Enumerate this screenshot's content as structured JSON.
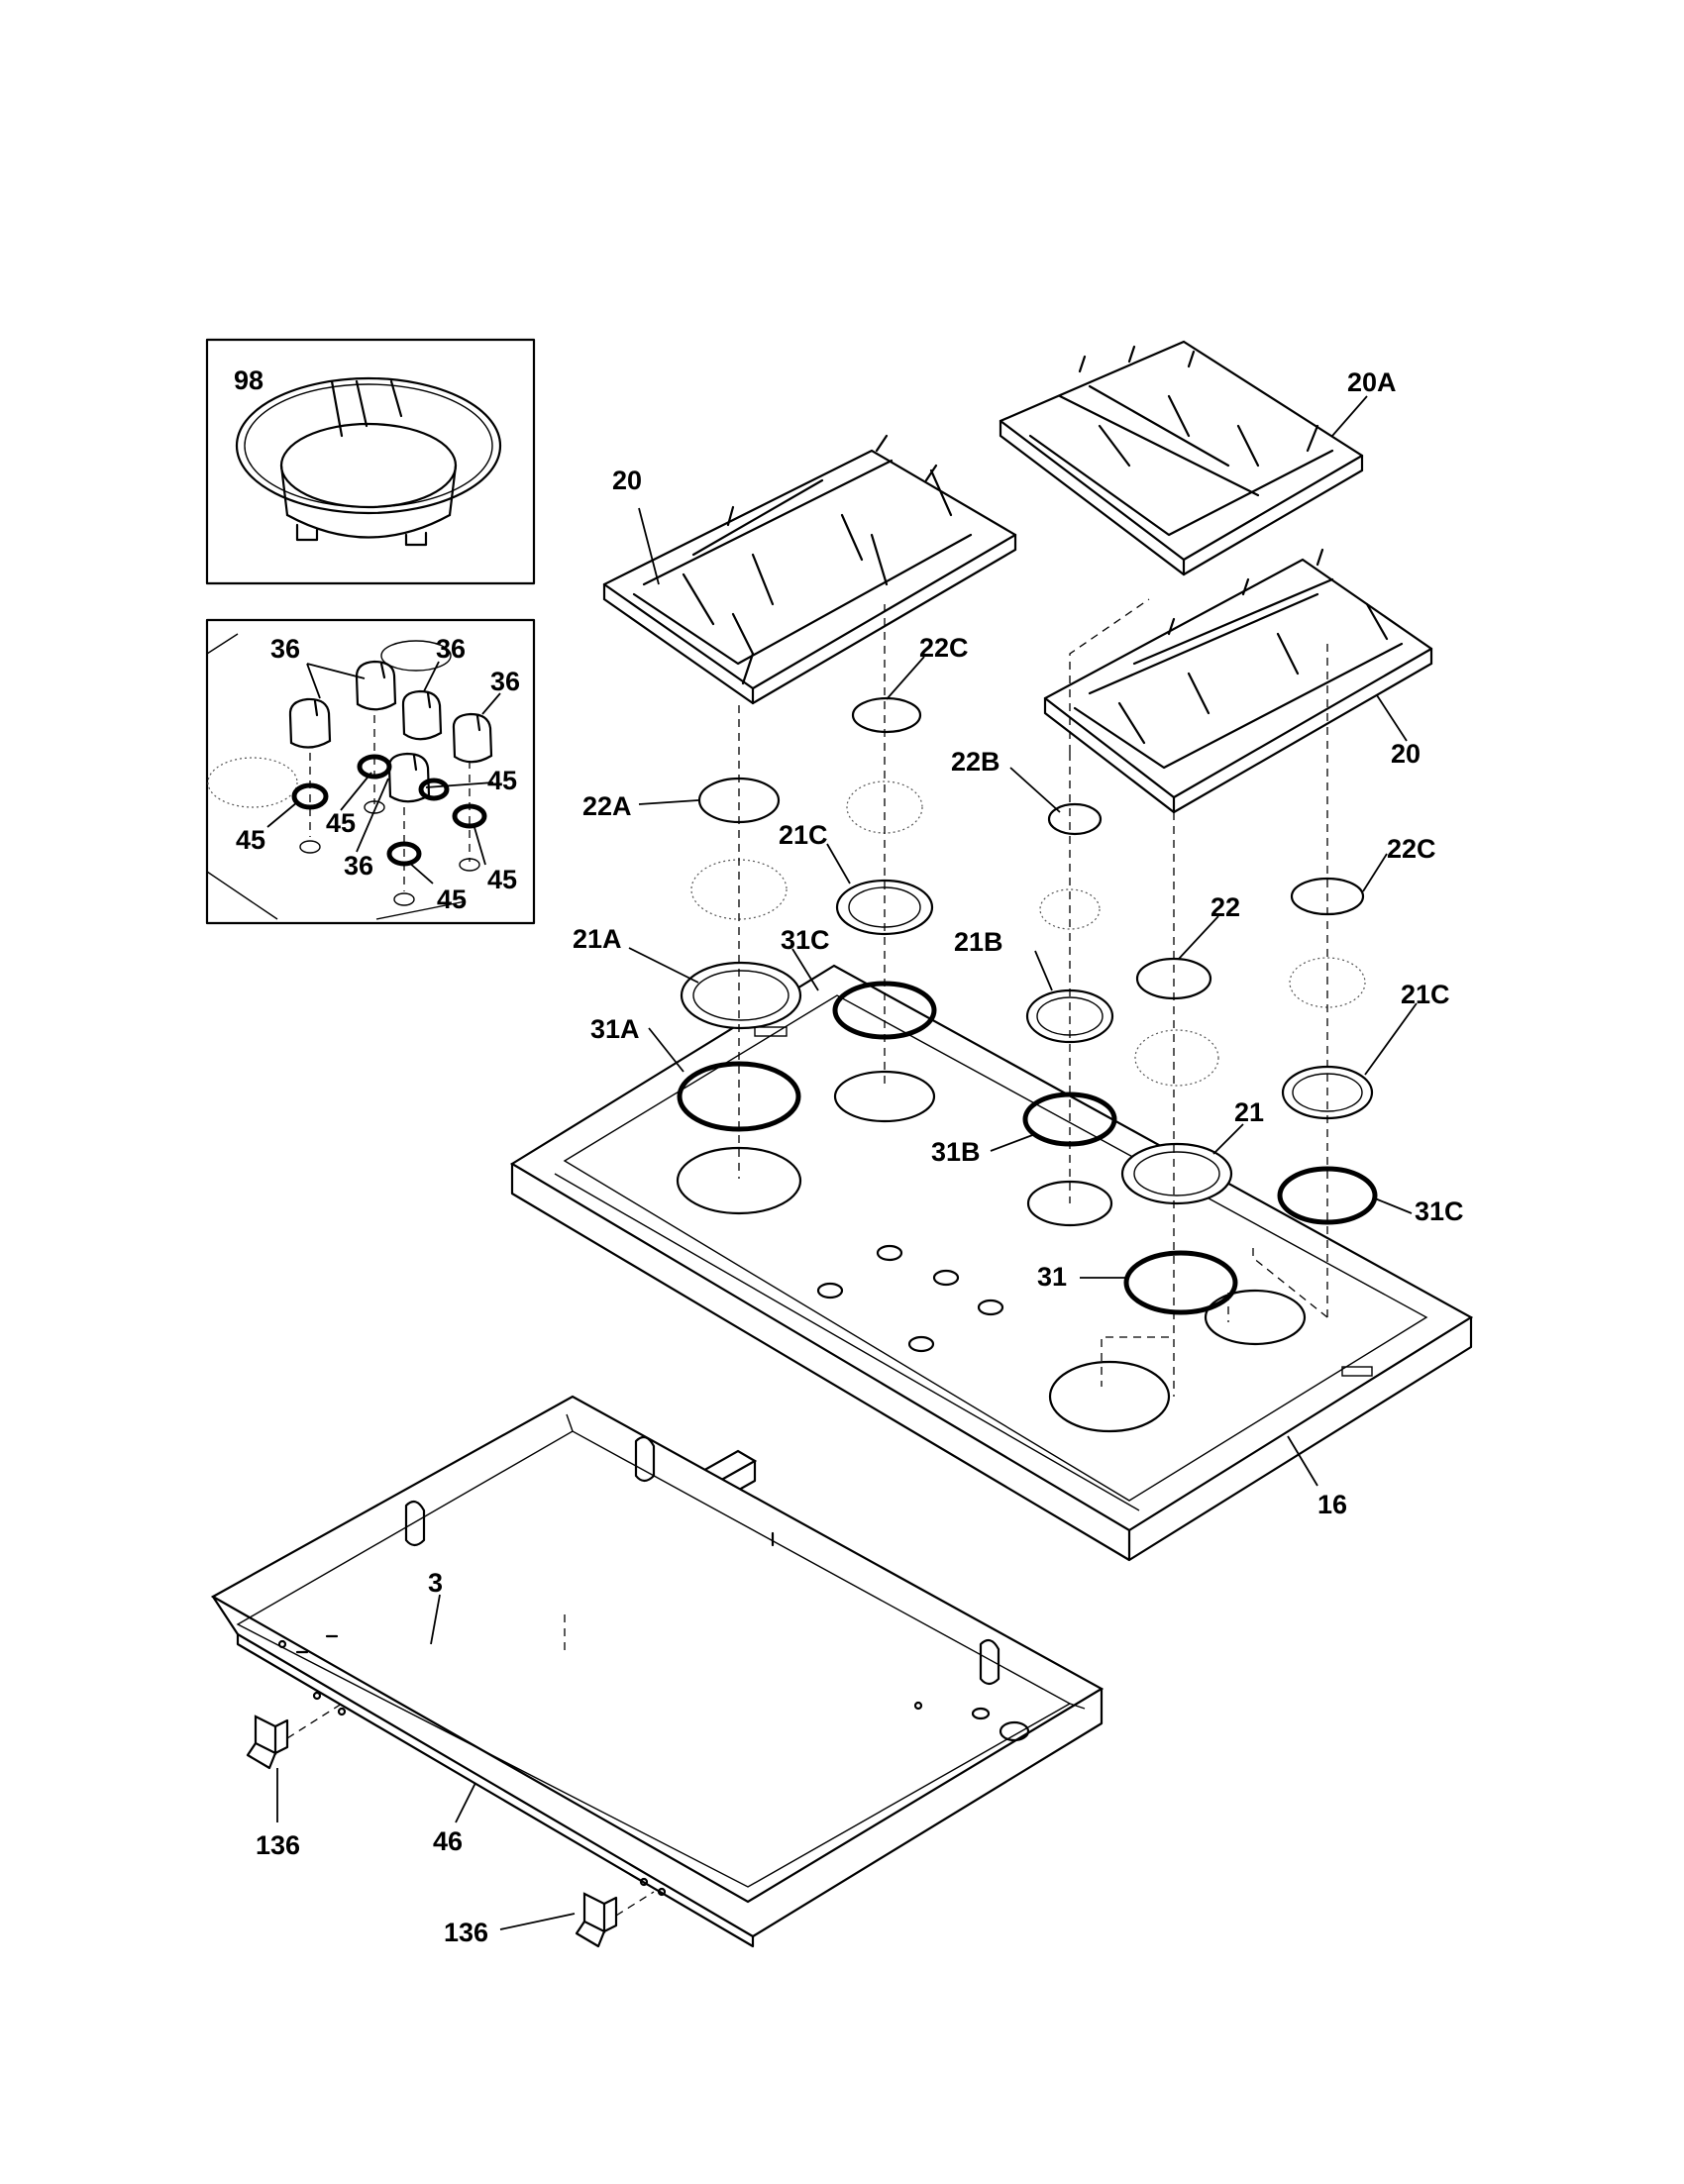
{
  "callouts": {
    "c98": "98",
    "c36a": "36",
    "c36b": "36",
    "c36c": "36",
    "c36d": "36",
    "c45a": "45",
    "c45b": "45",
    "c45c": "45",
    "c45d": "45",
    "c45e": "45",
    "c20a": "20",
    "c20b": "20",
    "c20A": "20A",
    "c22C1": "22C",
    "c22C2": "22C",
    "c22A": "22A",
    "c22B": "22B",
    "c22": "22",
    "c21C1": "21C",
    "c21C2": "21C",
    "c21A": "21A",
    "c21B": "21B",
    "c21": "21",
    "c31C1": "31C",
    "c31C2": "31C",
    "c31A": "31A",
    "c31B": "31B",
    "c31": "31",
    "c16": "16",
    "c3": "3",
    "c46": "46",
    "c136a": "136",
    "c136b": "136"
  }
}
